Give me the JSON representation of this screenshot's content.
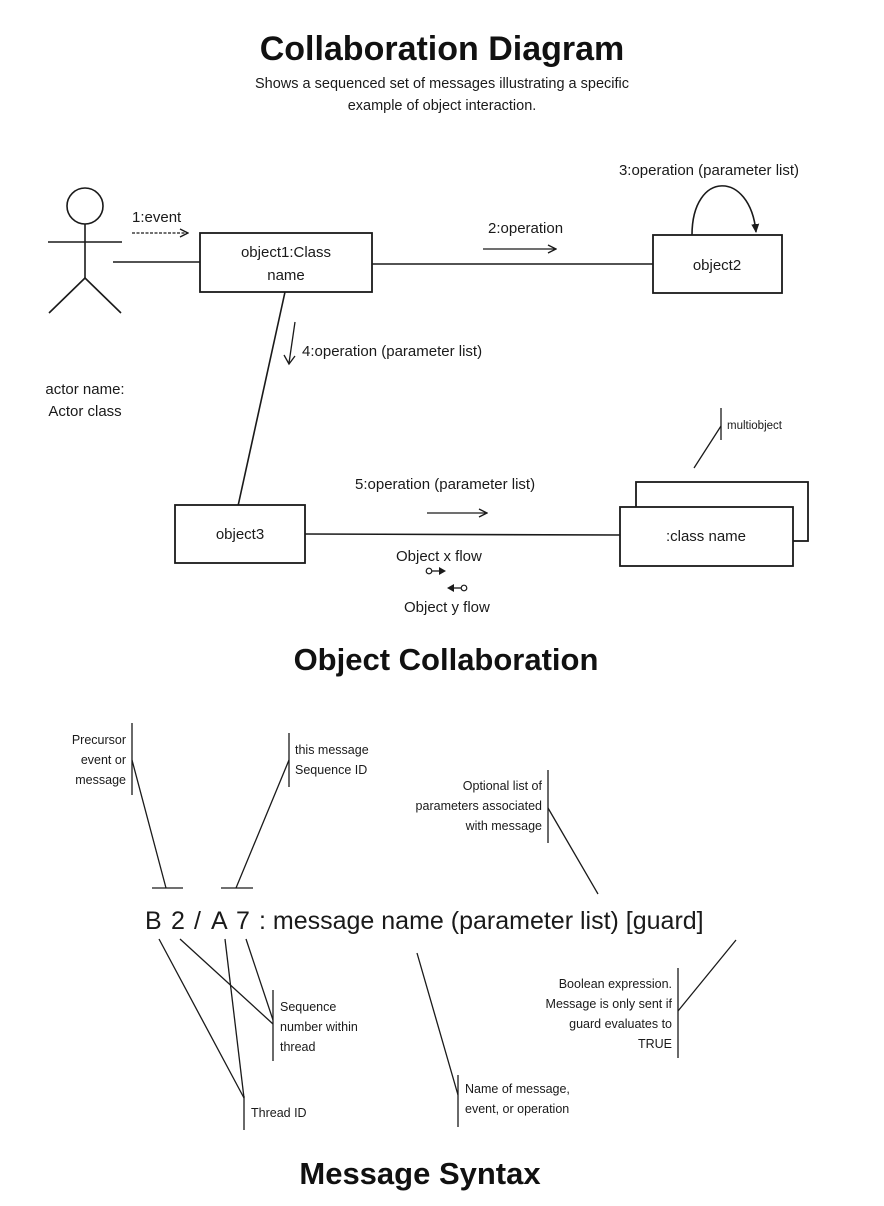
{
  "header": {
    "title": "Collaboration Diagram",
    "subtitle_line1": "Shows a sequenced set of messages illustrating a specific",
    "subtitle_line2": "example of object interaction."
  },
  "collaboration": {
    "section_title": "Object Collaboration",
    "actor": {
      "name_line1": "actor name:",
      "name_line2": "Actor class"
    },
    "objects": {
      "object1_line1": "object1:Class",
      "object1_line2": "name",
      "object2": "object2",
      "object3": "object3",
      "multiobject": ":class name"
    },
    "messages": {
      "m1": "1:event",
      "m2": "2:operation",
      "m3": "3:operation (parameter list)",
      "m4": "4:operation (parameter list)",
      "m5": "5:operation (parameter list)"
    },
    "annotations": {
      "multiobject_note": "multiobject",
      "object_x_flow": "Object x flow",
      "object_y_flow": "Object y flow"
    }
  },
  "syntax": {
    "section_title": "Message Syntax",
    "expression": {
      "precursor_thread": "B",
      "precursor_seq": "2",
      "slash": "/",
      "thread": "A",
      "seq": "7",
      "rest": ": message name (parameter list) [guard]"
    },
    "notes": {
      "precursor": [
        "Precursor",
        "event or",
        "message"
      ],
      "sequence_id": [
        "this message",
        "Sequence ID"
      ],
      "param_list": [
        "Optional list of",
        "parameters associated",
        "with message"
      ],
      "seq_number": [
        "Sequence",
        "number within",
        "thread"
      ],
      "thread_id": [
        "Thread ID"
      ],
      "message_name": [
        "Name of message,",
        "event, or operation"
      ],
      "guard": [
        "Boolean expression.",
        "Message is only sent if",
        "guard evaluates to",
        "TRUE"
      ]
    }
  }
}
